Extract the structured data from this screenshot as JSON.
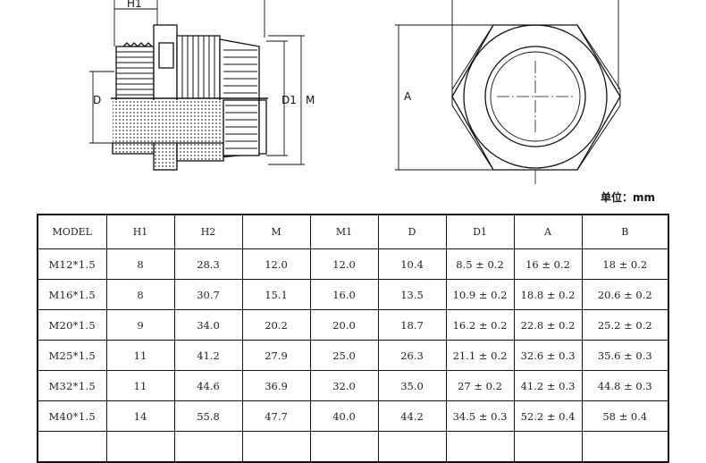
{
  "drawing": {
    "labels": {
      "h1": "H1",
      "d": "D",
      "d1": "D1",
      "m": "M",
      "a": "A"
    }
  },
  "unit_label": "单位：mm",
  "table": {
    "headers": [
      "MODEL",
      "H1",
      "H2",
      "M",
      "M1",
      "D",
      "D1",
      "A",
      "B"
    ],
    "rows": [
      [
        "M12*1.5",
        "8",
        "28.3",
        "12.0",
        "12.0",
        "10.4",
        "8.5 ± 0.2",
        "16 ± 0.2",
        "18 ± 0.2"
      ],
      [
        "M16*1.5",
        "8",
        "30.7",
        "15.1",
        "16.0",
        "13.5",
        "10.9 ± 0.2",
        "18.8 ± 0.2",
        "20.6 ± 0.2"
      ],
      [
        "M20*1.5",
        "9",
        "34.0",
        "20.2",
        "20.0",
        "18.7",
        "16.2 ± 0.2",
        "22.8 ± 0.2",
        "25.2 ± 0.2"
      ],
      [
        "M25*1.5",
        "11",
        "41.2",
        "27.9",
        "25.0",
        "26.3",
        "21.1 ± 0.2",
        "32.6 ± 0.3",
        "35.6 ± 0.3"
      ],
      [
        "M32*1.5",
        "11",
        "44.6",
        "36.9",
        "32.0",
        "35.0",
        "27 ± 0.2",
        "41.2 ± 0.3",
        "44.8 ± 0.3"
      ],
      [
        "M40*1.5",
        "14",
        "55.8",
        "47.7",
        "40.0",
        "44.2",
        "34.5 ± 0.3",
        "52.2 ± 0.4",
        "58 ± 0.4"
      ],
      [
        "",
        "",
        "",
        "",
        "",
        "",
        "",
        "",
        ""
      ]
    ]
  }
}
